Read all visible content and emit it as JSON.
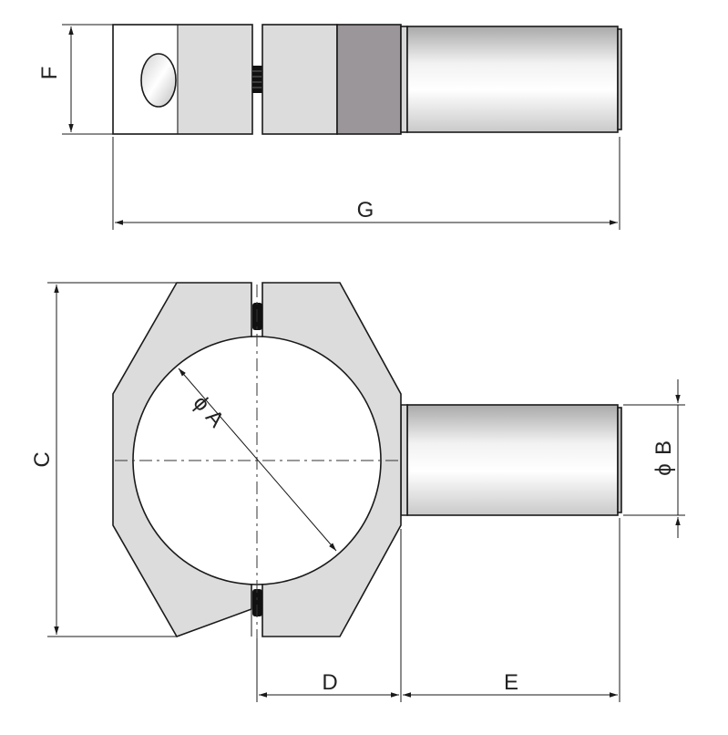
{
  "dimensions": {
    "F": "F",
    "G": "G",
    "C": "C",
    "A": "A",
    "B": "B",
    "D": "D",
    "E": "E"
  },
  "diameter_symbol": "ϕ",
  "colors": {
    "clamp_body": "#dcdcdc",
    "collar_band": "#9b9699",
    "line": "#1a1a1a"
  }
}
